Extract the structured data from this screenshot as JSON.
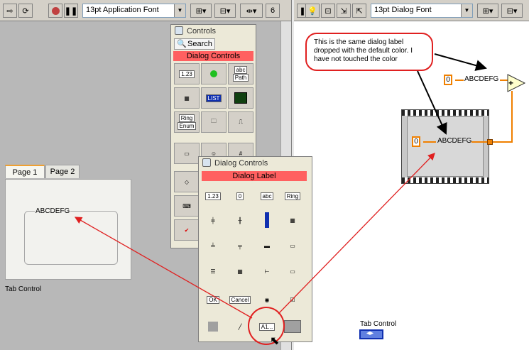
{
  "front_panel": {
    "font_selector": "13pt Application Font",
    "tab_control": {
      "tabs": [
        "Page 1",
        "Page 2"
      ],
      "label_inside": "ABCDEFG",
      "caption": "Tab Control"
    }
  },
  "block_diagram": {
    "font_selector": "13pt Dialog Font",
    "callout": "This is the same dialog label dropped with the default color. I have not touched the color",
    "top_control": {
      "value": "0",
      "label": "ABCDEFG"
    },
    "seq_control": {
      "value": "0",
      "label": "ABCDEFG"
    },
    "tab_terminal_label": "Tab Control",
    "add_symbol": "+"
  },
  "controls_palette": {
    "title": "Controls",
    "search_label": "Search",
    "banner": "Dialog Controls",
    "cell_texts": [
      "1.23",
      "abc",
      "Path",
      "LIST",
      "Ring",
      "Enum"
    ]
  },
  "dialog_palette": {
    "title": "Dialog Controls",
    "banner": "Dialog Label",
    "numeric_value": "1.23",
    "spinner_value": "0",
    "string_text": "abc",
    "ring_text": "Ring",
    "ok_label": "OK",
    "cancel_label": "Cancel",
    "label_item": "A1..."
  },
  "colors": {
    "accent_red": "#e02020",
    "wire_orange": "#f08000",
    "banner_red": "#ff6060"
  }
}
